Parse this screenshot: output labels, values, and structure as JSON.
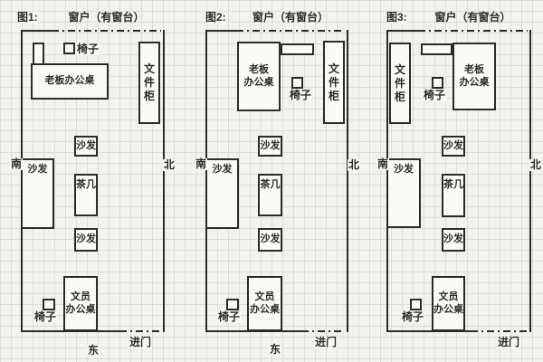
{
  "figures": [
    {
      "title": "图1:",
      "window": "窗户（有窗台）",
      "door": "进门",
      "furniture": {
        "boss_desk": "老板办公桌",
        "chair_top": "椅子",
        "file_cabinet": "文件柜",
        "sofa_top": "沙发",
        "sofa_left": "沙发",
        "tea_table": "茶几",
        "sofa_bottom": "沙发",
        "clerk_desk": "文员\n办公桌",
        "chair_bottom": "椅子"
      },
      "compass": {
        "south": "南",
        "north": "北",
        "east": "东"
      }
    },
    {
      "title": "图2:",
      "window": "窗户（有窗台）",
      "door": "进门",
      "furniture": {
        "boss_desk": "老板\n办公桌",
        "chair_top": "椅子",
        "file_cabinet": "文件柜",
        "sofa_top": "沙发",
        "sofa_left": "沙发",
        "tea_table": "茶几",
        "sofa_bottom": "沙发",
        "clerk_desk": "文员\n办公桌",
        "chair_bottom": "椅子"
      },
      "compass": {
        "south": "南",
        "north": "北",
        "east": "东"
      }
    },
    {
      "title": "图3:",
      "window": "窗户（有窗台）",
      "door": "进门",
      "furniture": {
        "boss_desk": "老板\n办公桌",
        "chair_top": "椅子",
        "file_cabinet": "文件柜",
        "sofa_top": "沙发",
        "sofa_left": "沙发",
        "tea_table": "茶几",
        "sofa_bottom": "沙发",
        "clerk_desk": "文员\n办公桌",
        "chair_bottom": "椅子"
      },
      "compass": {
        "south": "南",
        "north": "北"
      }
    }
  ],
  "colors": {
    "paper": "#f2f2f0",
    "grid": "#dcdcda",
    "ink": "#2b2b29"
  }
}
